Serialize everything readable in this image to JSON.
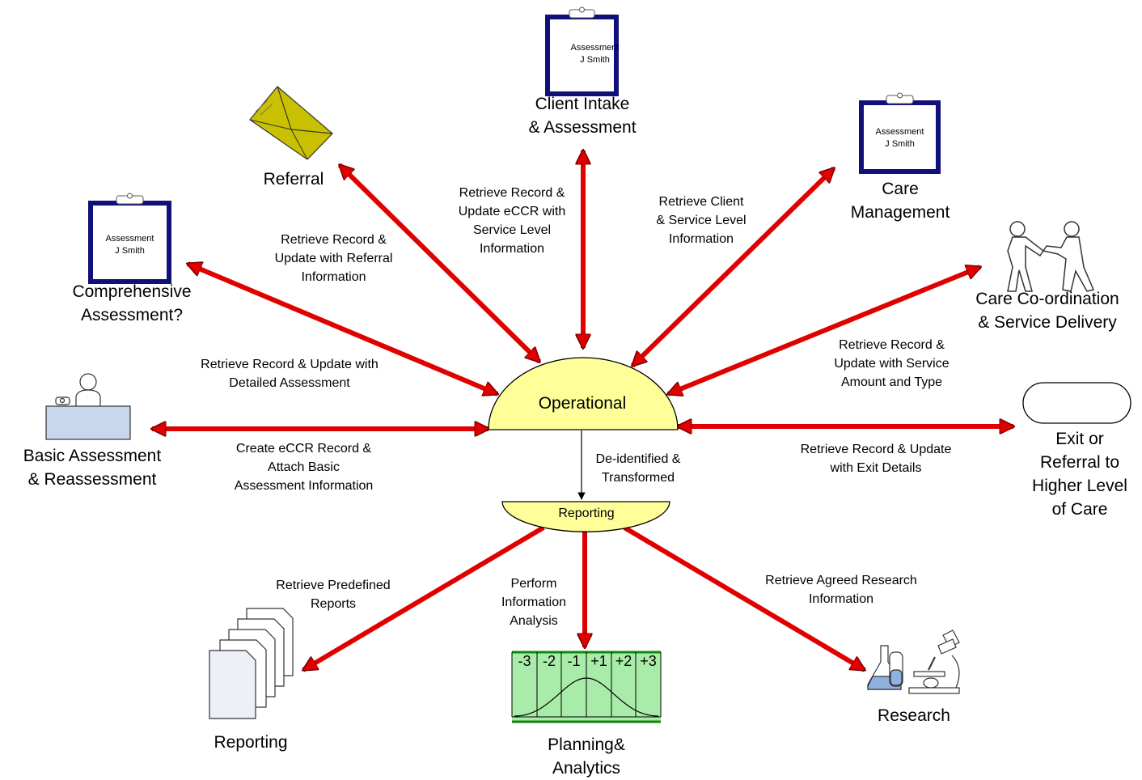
{
  "center": {
    "operational": "Operational",
    "reporting": "Reporting"
  },
  "center_link": "De-identified &\nTransformed",
  "clipboard": {
    "line1": "Assessment",
    "line2": "J Smith"
  },
  "nodes": {
    "client_intake": "Client Intake\n& Assessment",
    "referral": "Referral",
    "care_management": "Care\nManagement",
    "comprehensive": "Comprehensive\nAssessment?",
    "care_coordination": "Care Co-ordination\n& Service Delivery",
    "basic_assessment": "Basic Assessment\n& Reassessment",
    "exit": "Exit or\nReferral to\nHigher Level\nof Care",
    "reporting": "Reporting",
    "planning": "Planning&\nAnalytics",
    "research": "Research"
  },
  "edges": {
    "client_intake": "Retrieve Record &\nUpdate eCCR with\nService Level\nInformation",
    "referral": "Retrieve Record &\nUpdate with Referral\nInformation",
    "care_management": "Retrieve Client\n& Service Level\nInformation",
    "comprehensive": "Retrieve Record & Update with\nDetailed Assessment",
    "care_coordination": "Retrieve Record &\nUpdate with Service\nAmount and Type",
    "basic_assessment": "Create eCCR Record &\nAttach Basic\nAssessment Information",
    "exit": "Retrieve Record & Update\nwith Exit Details",
    "reporting": "Retrieve Predefined\nReports",
    "planning": "Perform\nInformation\nAnalysis",
    "research": "Retrieve Agreed Research\nInformation"
  },
  "bell_curve_labels": [
    "-3",
    "-2",
    "-1",
    "+1",
    "+2",
    "+3"
  ],
  "colors": {
    "arrow": "#e00000",
    "arrow_outline": "#7a0000",
    "hub_fill": "#ffff99",
    "clipboard_blue": "#10107a",
    "envelope": "#c8c000",
    "chart_green": "#a9ecaa"
  }
}
